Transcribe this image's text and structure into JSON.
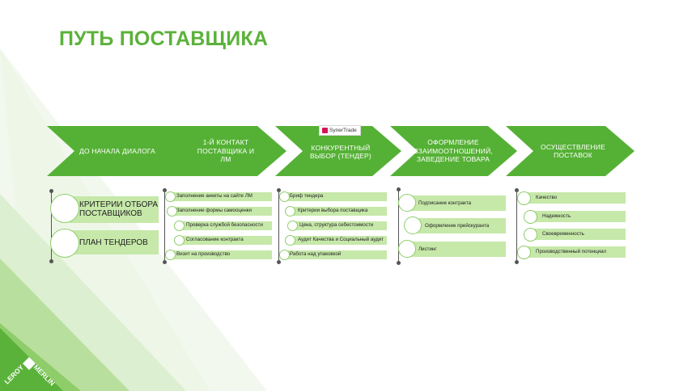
{
  "title": "ПУТЬ ПОСТАВЩИКА",
  "colors": {
    "accent": "#5bb23a",
    "chevron": "#55b135",
    "item_bg": "#c6e8a9"
  },
  "logo": {
    "text_left": "LEROY",
    "text_right": "MERLIN",
    "color": "#5bb23a"
  },
  "stages": [
    {
      "label": "ДО НАЧАЛА ДИАЛОГА",
      "items": [
        "КРИТЕРИИ ОТБОРА ПОСТАВЩИКОВ",
        "ПЛАН ТЕНДЕРОВ"
      ]
    },
    {
      "label": "1-Й КОНТАКТ ПОСТАВЩИКА И ЛМ",
      "items": [
        "Заполнение анкеты на сайте ЛМ",
        "Заполнение формы самооценки",
        "Проверка службой безопасности",
        "Согласование контракта",
        "Визит на производство"
      ]
    },
    {
      "label": "КОНКУРЕНТНЫЙ ВЫБОР (ТЕНДЕР)",
      "badge": "SynerTrade",
      "items": [
        "Бриф тендера",
        "Критерии выбора поставщика",
        "Цена, структура себестоимости",
        "Аудит Качества и Социальный аудит",
        "Работа над упаковкой"
      ]
    },
    {
      "label": "ОФОРМЛЕНИЕ ВЗАИМООТНОШЕНИЙ, ЗАВЕДЕНИЕ ТОВАРА",
      "items": [
        "Подписание контракта",
        "Оформление прейскуранта",
        "Листинг"
      ]
    },
    {
      "label": "ОСУЩЕСТВЛЕНИЕ ПОСТАВОК",
      "items": [
        "Качество",
        "Надежность",
        "Своевременность",
        "Производственный потенциал"
      ]
    }
  ]
}
